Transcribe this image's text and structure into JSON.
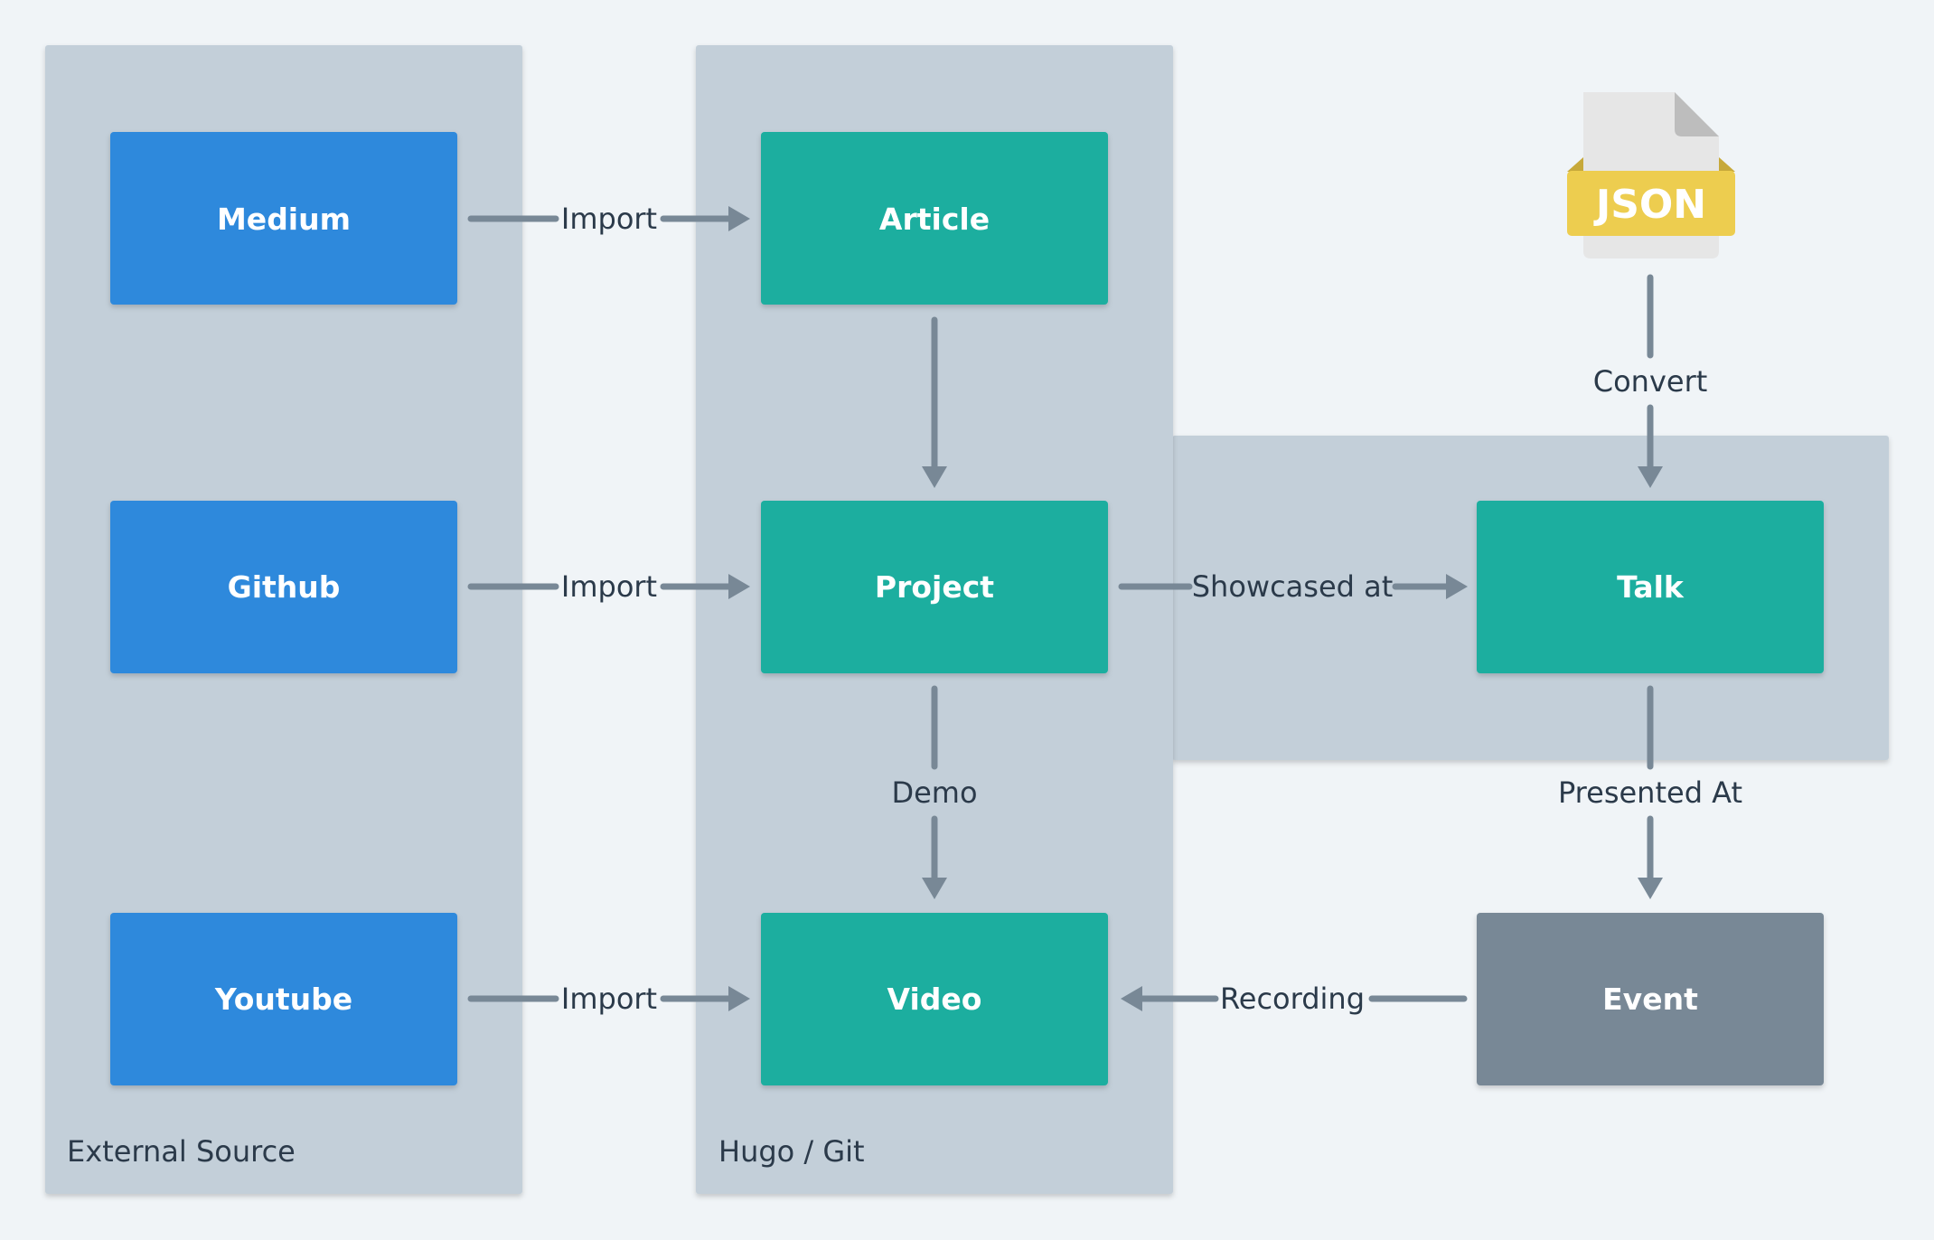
{
  "colors": {
    "background": "#f0f4f7",
    "group_background": "#c3cfd9",
    "external_node": "#2d89dc",
    "hugo_node": "#1aae9f",
    "event_node": "#788896",
    "edge": "#788896",
    "text_dark": "#2b3a4a",
    "json_badge": "#edcd4f"
  },
  "groups": {
    "external": {
      "label": "External Source"
    },
    "hugo": {
      "label": "Hugo / Git"
    }
  },
  "nodes": {
    "medium": "Medium",
    "github": "Github",
    "youtube": "Youtube",
    "article": "Article",
    "project": "Project",
    "video": "Video",
    "talk": "Talk",
    "event": "Event"
  },
  "file_icon": {
    "icon": "json-file-icon",
    "label": "JSON"
  },
  "edges": {
    "medium_article": "Import",
    "github_project": "Import",
    "youtube_video": "Import",
    "project_video": "Demo",
    "project_talk": "Showcased at",
    "json_talk": "Convert",
    "talk_event": "Presented At",
    "event_video": "Recording"
  }
}
